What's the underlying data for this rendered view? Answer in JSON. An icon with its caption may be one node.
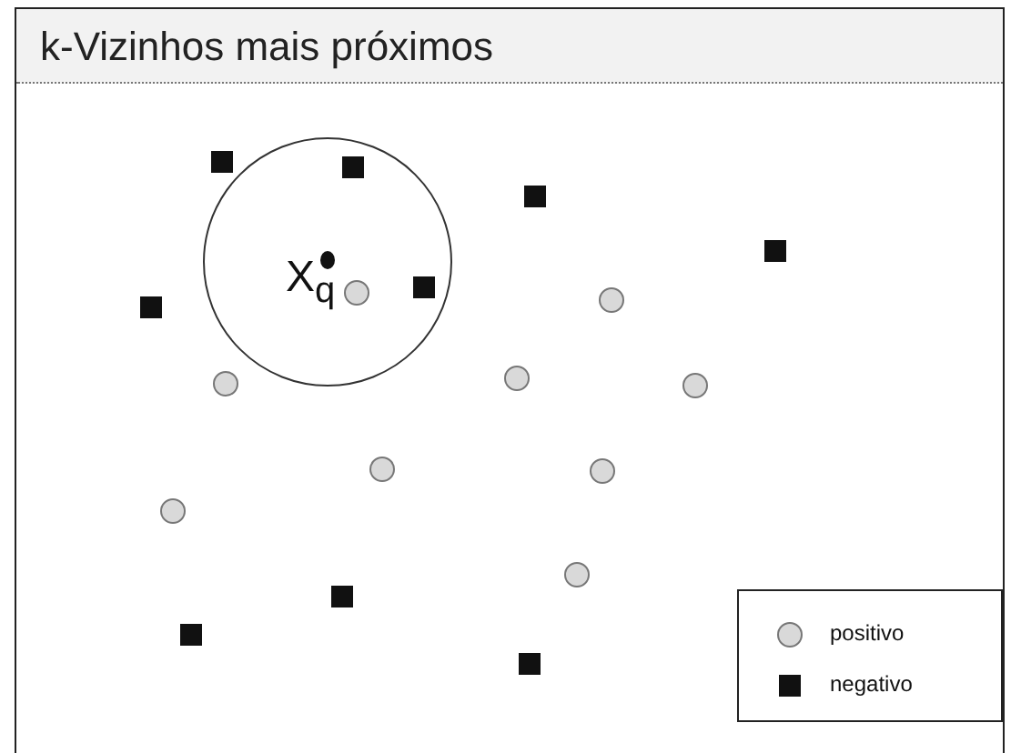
{
  "diagram": {
    "title": "k-Vizinhos mais próximos",
    "labels": [
      "X$_{q}$"
    ],
    "legend": [
      {
        "text": "positivo"
      },
      {
        "text": "negativo"
      }
    ]
  }
}
